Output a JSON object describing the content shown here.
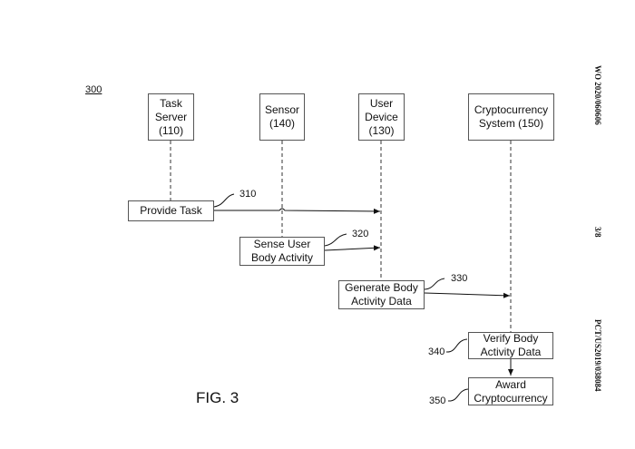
{
  "diagram": {
    "figure_id": "300",
    "figure_label": "FIG. 3",
    "side_text": {
      "publication": "WO 2020/060606",
      "sheet": "3/8",
      "application": "PCT/US2019/038084"
    },
    "actors": [
      {
        "id": "task-server",
        "label": "Task\nServer\n(110)"
      },
      {
        "id": "sensor",
        "label": "Sensor\n(140)"
      },
      {
        "id": "user-device",
        "label": "User\nDevice\n(130)"
      },
      {
        "id": "crypto-system",
        "label": "Cryptocurrency\nSystem (150)"
      }
    ],
    "steps": [
      {
        "id": "310",
        "label": "Provide Task",
        "from": "task-server",
        "to": "user-device"
      },
      {
        "id": "320",
        "label": "Sense User\nBody Activity",
        "from": "sensor",
        "to": "user-device"
      },
      {
        "id": "330",
        "label": "Generate Body\nActivity Data",
        "from": "user-device",
        "to": "crypto-system"
      },
      {
        "id": "340",
        "label": "Verify Body\nActivity Data",
        "from": "crypto-system",
        "to": "crypto-system"
      },
      {
        "id": "350",
        "label": "Award\nCryptocurrency",
        "from": "crypto-system",
        "to": "crypto-system"
      }
    ]
  }
}
